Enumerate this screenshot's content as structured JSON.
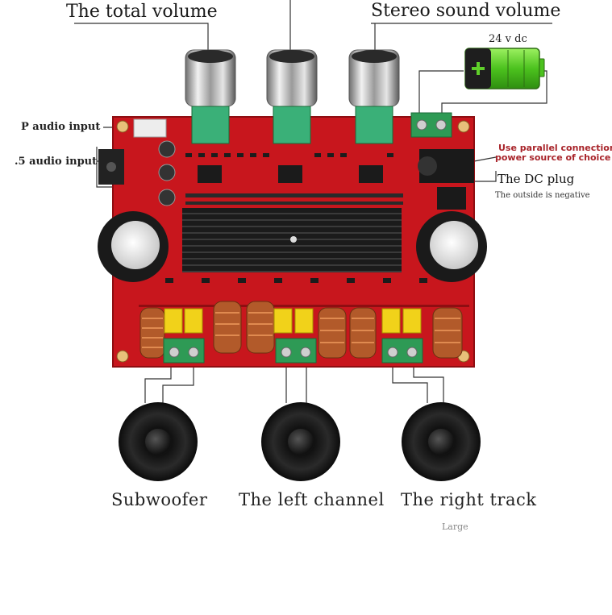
{
  "labels": {
    "total_volume": "The total volume",
    "stereo_volume": "Stereo sound volume",
    "battery_voltage": "24 v dc",
    "bt_audio_input": "P audio input",
    "aux_audio_input": ".5 audio input",
    "parallel_line1": "Use parallel connection",
    "parallel_line2": "power source of choice",
    "dc_plug": "The DC plug",
    "dc_plug_note": "The outside is negative",
    "subwoofer": "Subwoofer",
    "left_channel": "The left channel",
    "right_track": "The right track",
    "bottom_note": "Large"
  },
  "colors": {
    "pcb": "#c8161d",
    "pcb_dark": "#8e0e12",
    "heatsink": "#1b1b1b",
    "terminal": "#2e9a55",
    "capacitor_yellow": "#f1d21a",
    "battery_green": "#5fcf2a",
    "speaker": "#1a1a1a",
    "copper": "#b25a2a",
    "leader_line": "#333333"
  },
  "icons": [
    "battery-icon",
    "speaker-icon",
    "volume-knob-icon",
    "dc-jack-icon",
    "audio-jack-icon",
    "inductor-coil-icon",
    "capacitor-icon",
    "heatsink-icon"
  ]
}
